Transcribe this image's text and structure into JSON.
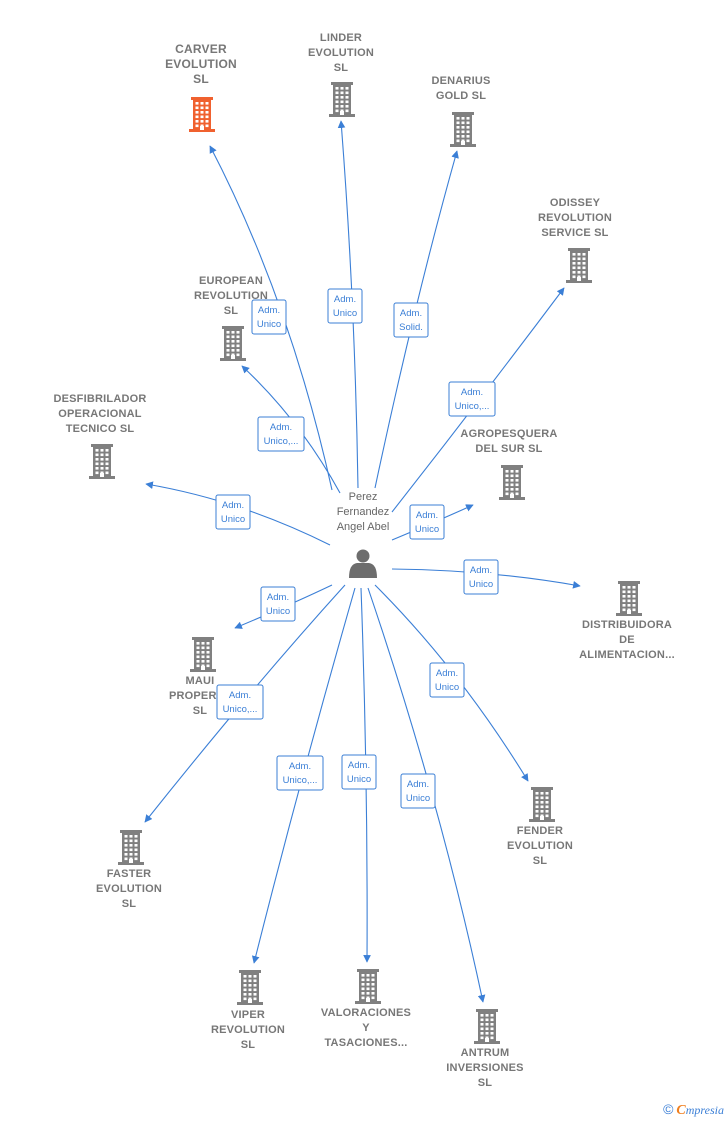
{
  "colors": {
    "edge": "#3b7fd6",
    "building": "#808080",
    "building_main": "#f0612f",
    "person": "#6d6d6d",
    "label": "#777777"
  },
  "person": {
    "lines": [
      "Perez",
      "Fernandez",
      "Angel Abel"
    ],
    "icon": "person-icon"
  },
  "companies": [
    {
      "id": "carver",
      "lines": [
        "CARVER",
        "EVOLUTION",
        "SL"
      ],
      "main": true
    },
    {
      "id": "linder",
      "lines": [
        "LINDER",
        "EVOLUTION",
        "SL"
      ]
    },
    {
      "id": "denarius",
      "lines": [
        "DENARIUS",
        "GOLD  SL"
      ]
    },
    {
      "id": "odissey",
      "lines": [
        "ODISSEY",
        "REVOLUTION",
        "SERVICE  SL"
      ]
    },
    {
      "id": "european",
      "lines": [
        "EUROPEAN",
        "REVOLUTION",
        "SL"
      ]
    },
    {
      "id": "desfibrilador",
      "lines": [
        "DESFIBRILADOR",
        "OPERACIONAL",
        "TECNICO  SL"
      ]
    },
    {
      "id": "agropesquera",
      "lines": [
        "AGROPESQUERA",
        "DEL SUR  SL"
      ]
    },
    {
      "id": "distribuidora",
      "lines": [
        "DISTRIBUIDORA",
        "DE",
        "ALIMENTACION..."
      ]
    },
    {
      "id": "maui",
      "lines": [
        "MAUI",
        "PROPERTY",
        "SL"
      ]
    },
    {
      "id": "fender",
      "lines": [
        "FENDER",
        "EVOLUTION",
        "SL"
      ]
    },
    {
      "id": "faster",
      "lines": [
        "FASTER",
        "EVOLUTION",
        "SL"
      ]
    },
    {
      "id": "viper",
      "lines": [
        "VIPER",
        "REVOLUTION",
        "SL"
      ]
    },
    {
      "id": "valoraciones",
      "lines": [
        "VALORACIONES",
        "Y",
        "TASACIONES..."
      ]
    },
    {
      "id": "antrum",
      "lines": [
        "ANTRUM",
        "INVERSIONES",
        "SL"
      ]
    }
  ],
  "edges": [
    {
      "to": "carver",
      "role": [
        "Adm.",
        "Unico"
      ]
    },
    {
      "to": "linder",
      "role": [
        "Adm.",
        "Unico"
      ]
    },
    {
      "to": "denarius",
      "role": [
        "Adm.",
        "Solid."
      ]
    },
    {
      "to": "odissey",
      "role": [
        "Adm.",
        "Unico,..."
      ]
    },
    {
      "to": "european",
      "role": [
        "Adm.",
        "Unico,..."
      ]
    },
    {
      "to": "desfibrilador",
      "role": [
        "Adm.",
        "Unico"
      ]
    },
    {
      "to": "agropesquera",
      "role": [
        "Adm.",
        "Unico"
      ]
    },
    {
      "to": "distribuidora",
      "role": [
        "Adm.",
        "Unico"
      ]
    },
    {
      "to": "maui",
      "role": [
        "Adm.",
        "Unico"
      ]
    },
    {
      "to": "fender",
      "role": [
        "Adm.",
        "Unico"
      ]
    },
    {
      "to": "faster",
      "role": [
        "Adm.",
        "Unico,..."
      ]
    },
    {
      "to": "viper",
      "role": [
        "Adm.",
        "Unico,..."
      ]
    },
    {
      "to": "valoraciones",
      "role": [
        "Adm.",
        "Unico"
      ]
    },
    {
      "to": "antrum",
      "role": [
        "Adm.",
        "Unico"
      ]
    }
  ],
  "brand": {
    "copyright": "©",
    "initial": "C",
    "rest": "mpresia"
  }
}
